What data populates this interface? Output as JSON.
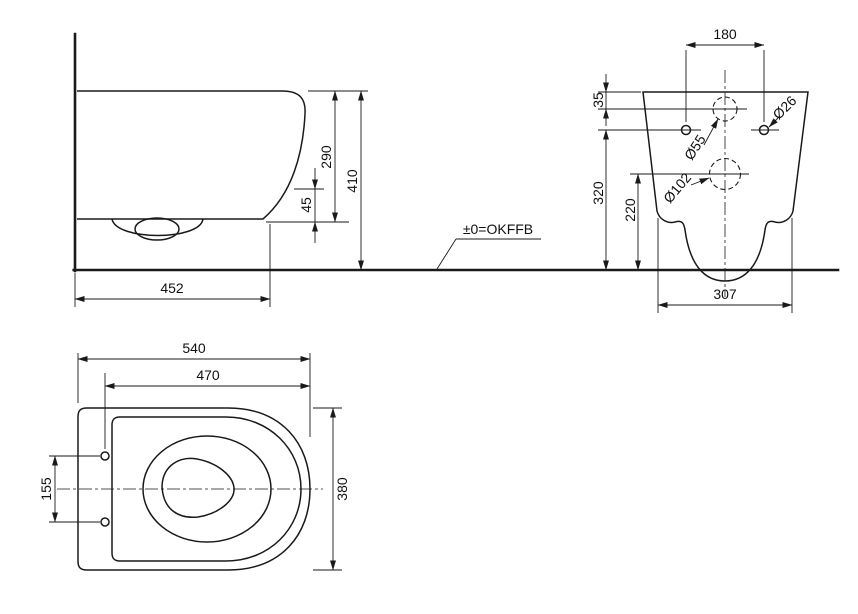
{
  "labels": {
    "datum": "±0=OKFFB",
    "side": {
      "depth": "452",
      "bowl_height": "290",
      "total_height": "410",
      "outlet_height": "45"
    },
    "front": {
      "hole_spacing": "180",
      "inlet_offset": "35",
      "hole_height": "320",
      "drain_height": "220",
      "bottom_width": "307",
      "inlet_diameter": "Ø55",
      "hole_diameter": "Ø26",
      "drain_diameter": "Ø102"
    },
    "top": {
      "overall_length": "540",
      "seat_length": "470",
      "hinge_hole_spacing": "155",
      "overall_width": "380"
    }
  },
  "colors": {
    "line": "#1a1a1a",
    "background": "#ffffff"
  }
}
